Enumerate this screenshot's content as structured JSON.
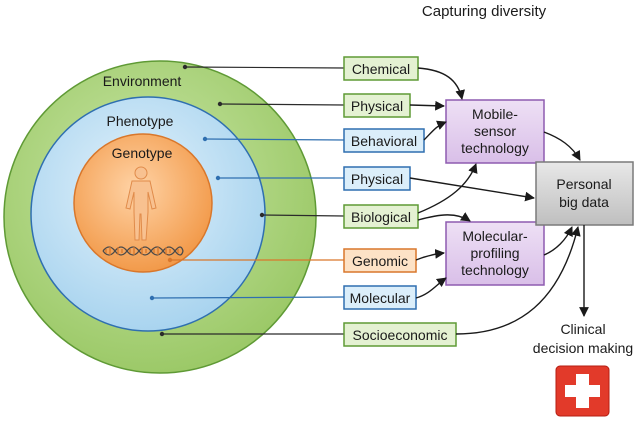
{
  "title": "Capturing diversity",
  "circles": {
    "environment": "Environment",
    "phenotype": "Phenotype",
    "genotype": "Genotype"
  },
  "boxes": {
    "chemical": "Chemical",
    "physical_env": "Physical",
    "behavioral": "Behavioral",
    "physical_pheno": "Physical",
    "biological": "Biological",
    "genomic": "Genomic",
    "molecular": "Molecular",
    "socioeconomic": "Socioeconomic"
  },
  "tech": {
    "mobile": [
      "Mobile-",
      "sensor",
      "technology"
    ],
    "molecular": [
      "Molecular-",
      "profiling",
      "technology"
    ]
  },
  "big_data": [
    "Personal",
    "big data"
  ],
  "clinical": [
    "Clinical",
    "decision making"
  ],
  "colors": {
    "environment_fill": "#a6d274",
    "environment_stroke": "#5f9a35",
    "phenotype_fill": "#bfe0f4",
    "phenotype_stroke": "#2f6fb0",
    "genotype_fill": "#f5a35a",
    "genotype_stroke": "#d9772b",
    "green_box_fill": "#e4f1d2",
    "green_box_stroke": "#5f9a35",
    "blue_box_fill": "#dbeefa",
    "blue_box_stroke": "#2f6fb0",
    "orange_box_fill": "#fde2c6",
    "orange_box_stroke": "#d9772b",
    "tech_fill": "#e6d4ef",
    "tech_stroke": "#8e5bb0",
    "big_data_fill": "#d3d3d3",
    "big_data_stroke": "#7a7a7a",
    "medical_red": "#e23a2a"
  },
  "icons": [
    "human-figure-icon",
    "dna-helix-icon",
    "medical-cross-icon"
  ]
}
